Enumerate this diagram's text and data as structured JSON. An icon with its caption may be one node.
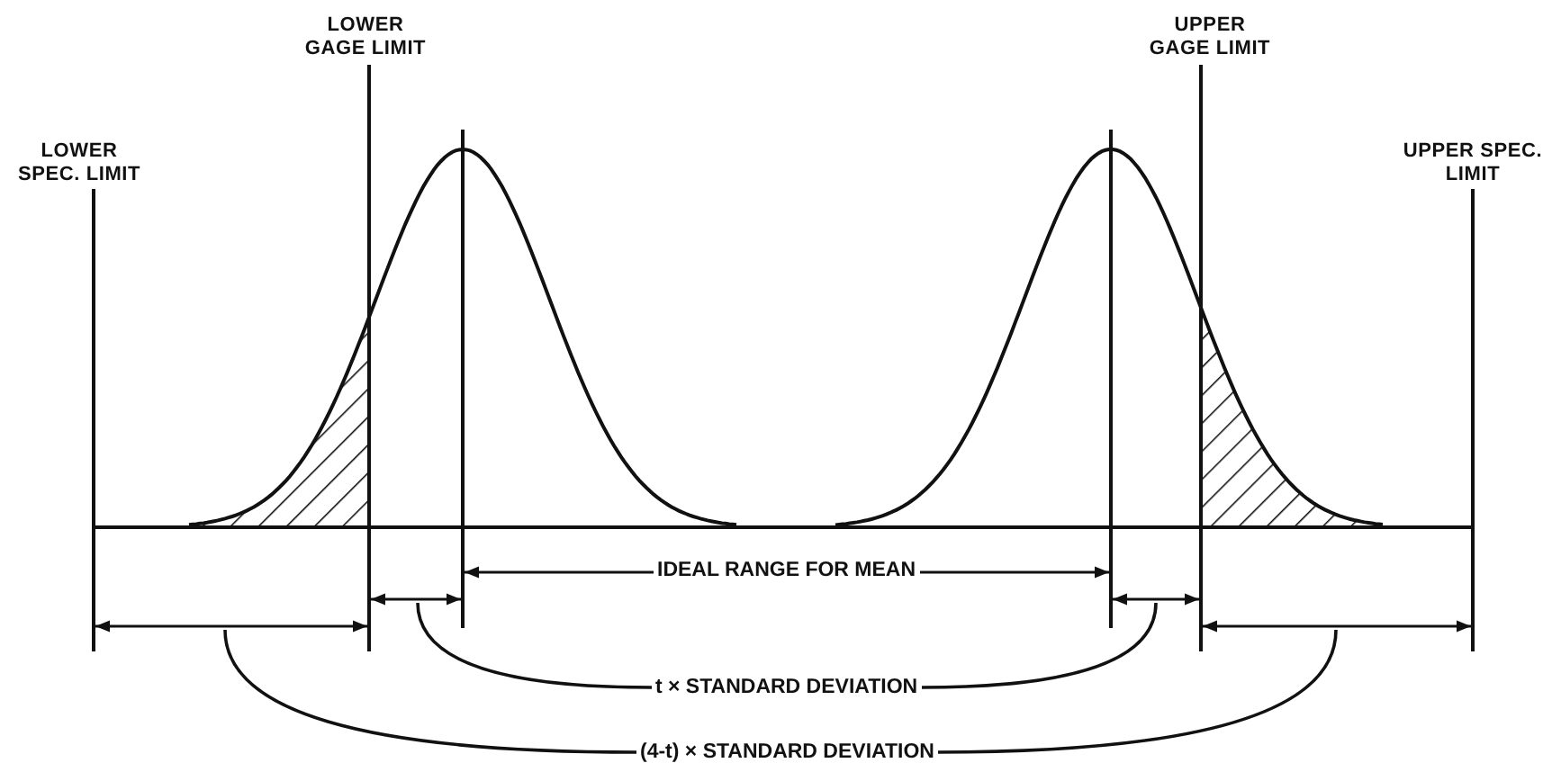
{
  "diagram": {
    "nodes": [
      {
        "text": [
          "t × STANDARD DEVIATION"
        ]
      },
      {
        "text": [
          "(4-t) × STANDARD DEVIATION"
        ]
      }
    ],
    "edges": [
      {
        "from": 0,
        "to": null,
        "arrow": "none"
      },
      {
        "from": 0,
        "to": null,
        "arrow": "none"
      },
      {
        "from": 1,
        "to": null,
        "arrow": "none"
      },
      {
        "from": 1,
        "to": null,
        "arrow": "none"
      }
    ],
    "labels": [
      "LOWER GAGE LIMIT",
      "UPPER GAGE LIMIT",
      "LOWER SPEC. LIMIT",
      "UPPER SPEC. LIMIT",
      "IDEAL RANGE FOR MEAN"
    ]
  }
}
